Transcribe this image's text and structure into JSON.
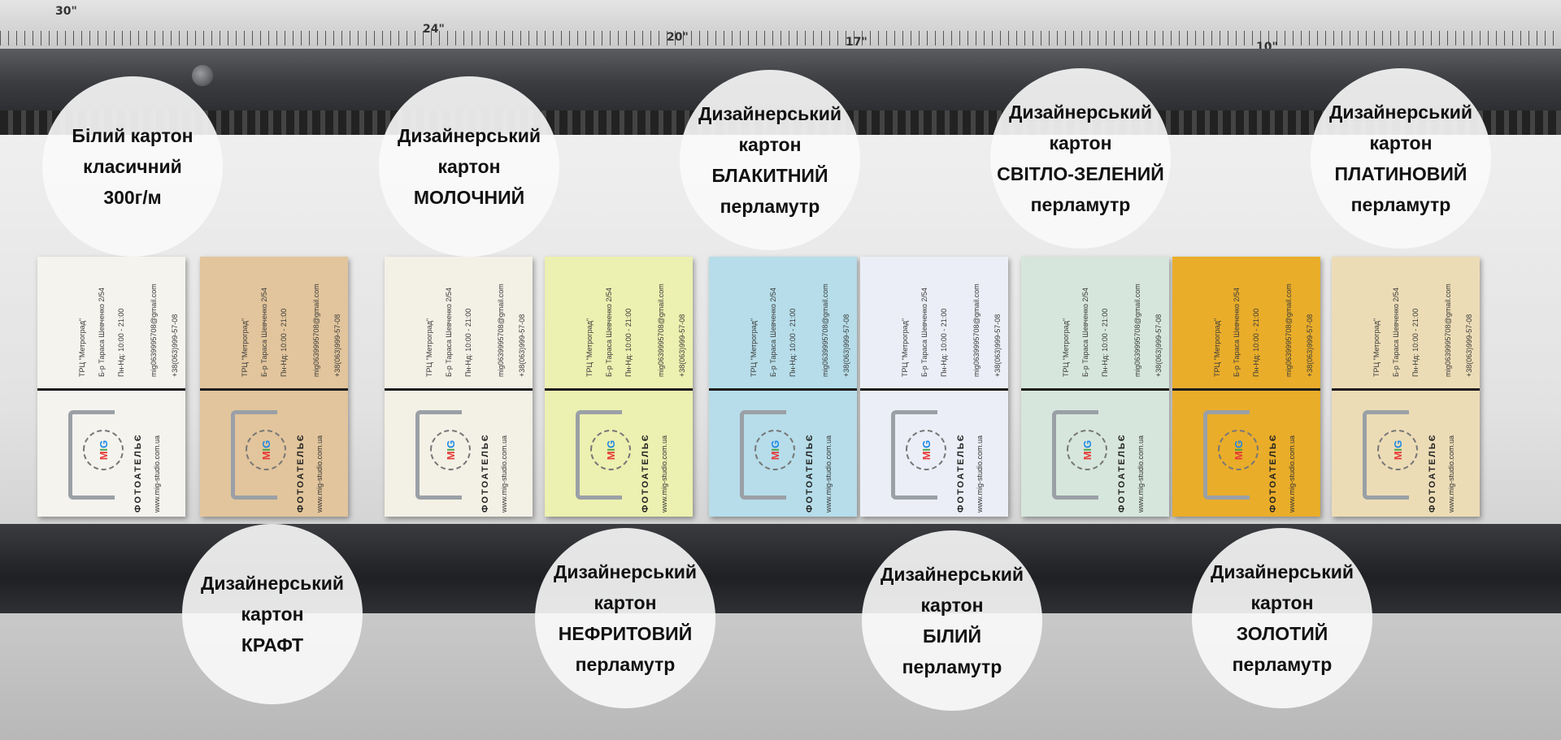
{
  "ruler": {
    "numbers": [
      "30\"",
      "24\"",
      "20\"",
      "17\"",
      "10\""
    ]
  },
  "labels_top": [
    {
      "lines": [
        "Білий картон",
        "класичний",
        "300г/м"
      ]
    },
    {
      "lines": [
        "Дизайнерський",
        "картон",
        "МОЛОЧНИЙ"
      ]
    },
    {
      "lines": [
        "Дизайнерський",
        "картон",
        "БЛАКИТНИЙ",
        "перламутр"
      ]
    },
    {
      "lines": [
        "Дизайнерський",
        "картон",
        "СВІТЛО-ЗЕЛЕНИЙ",
        "перламутр"
      ]
    },
    {
      "lines": [
        "Дизайнерський",
        "картон",
        "ПЛАТИНОВИЙ",
        "перламутр"
      ]
    }
  ],
  "labels_bottom": [
    {
      "lines": [
        "Дизайнерський",
        "картон",
        "КРАФТ"
      ]
    },
    {
      "lines": [
        "Дизайнерський",
        "картон",
        "НЕФРИТОВИЙ",
        "перламутр"
      ]
    },
    {
      "lines": [
        "Дизайнерський",
        "картон",
        "БІЛИЙ",
        "перламутр"
      ]
    },
    {
      "lines": [
        "Дизайнерський",
        "картон",
        "ЗОЛОТИЙ",
        "перламутр"
      ]
    }
  ],
  "card": {
    "line1": "ТРЦ \"Метроград\"",
    "line2": "Б-р Тараса Шевченко 2/54",
    "line3": "Пн-Нд: 10:00 - 21:00",
    "line4": "mig0639995708@gmail.com",
    "line5": "+38(063)999-57-08",
    "logo_m": "M",
    "logo_i": "I",
    "logo_g": "G",
    "studio": "ФОТОАТЕЛЬЄ",
    "site": "www.mig-studio.com.ua"
  },
  "cards": [
    {
      "color": "#f4f3ee"
    },
    {
      "color": "#e2c59c"
    },
    {
      "color": "#f3f1e6"
    },
    {
      "color": "#ecf0b0"
    },
    {
      "color": "#b6dde9"
    },
    {
      "color": "#eceef7"
    },
    {
      "color": "#d6e6dc"
    },
    {
      "color": "#e9ad2a"
    },
    {
      "color": "#ecdcb6"
    }
  ]
}
